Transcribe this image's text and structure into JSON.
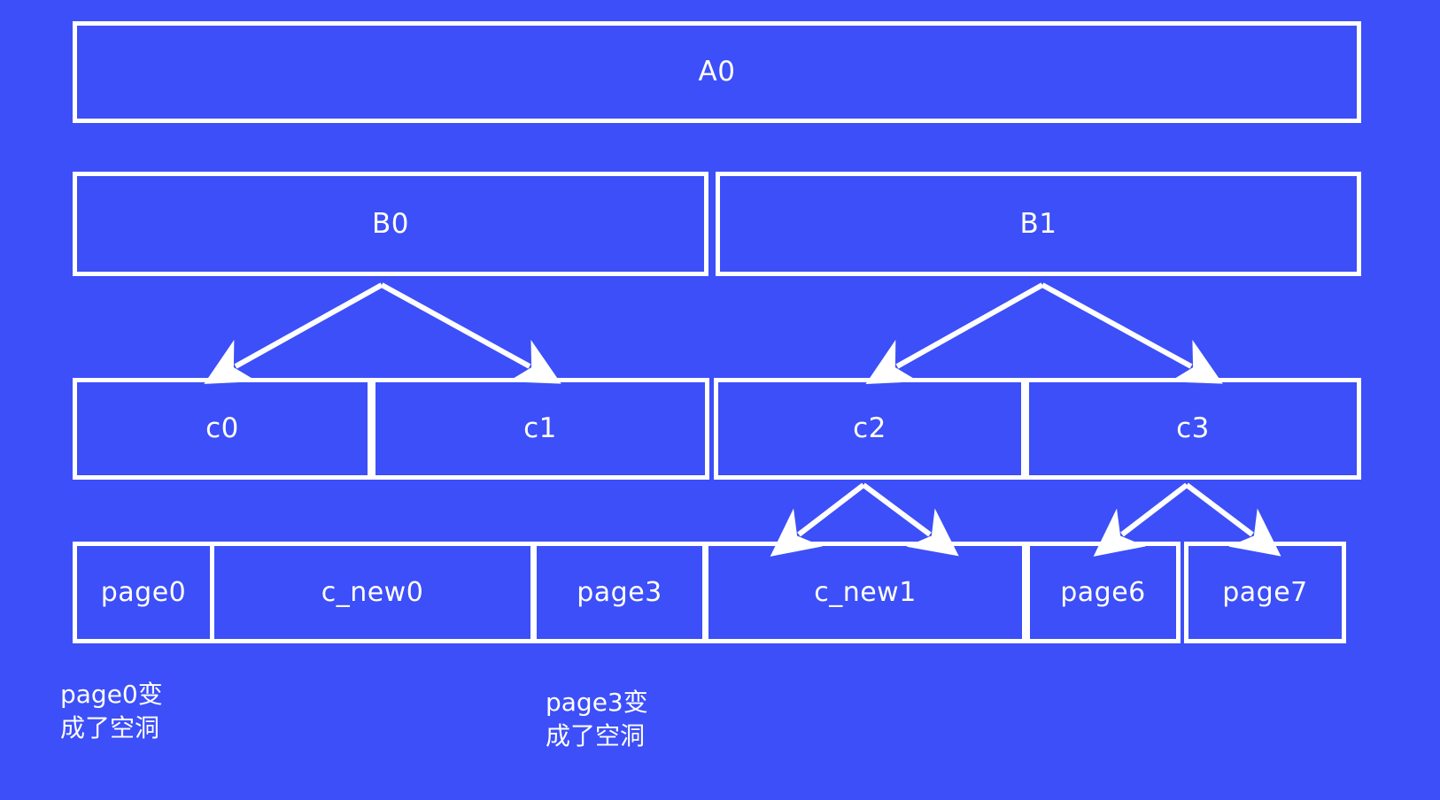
{
  "diagram": {
    "title": "page cache tree structure diagram",
    "background_color": "#3c4ff8",
    "line_color": "#ffffff",
    "levels": [
      {
        "name": "level-a",
        "nodes": [
          {
            "id": "a0",
            "label": "A0"
          }
        ]
      },
      {
        "name": "level-b",
        "nodes": [
          {
            "id": "b0",
            "label": "B0"
          },
          {
            "id": "b1",
            "label": "B1"
          }
        ]
      },
      {
        "name": "level-c",
        "nodes": [
          {
            "id": "c0",
            "label": "c0"
          },
          {
            "id": "c1",
            "label": "c1"
          },
          {
            "id": "c2",
            "label": "c2"
          },
          {
            "id": "c3",
            "label": "c3"
          }
        ]
      },
      {
        "name": "level-page",
        "nodes": [
          {
            "id": "page0",
            "label": "page0"
          },
          {
            "id": "c_new0",
            "label": "c_new0"
          },
          {
            "id": "page3",
            "label": "page3"
          },
          {
            "id": "c_new1",
            "label": "c_new1"
          },
          {
            "id": "page6",
            "label": "page6"
          },
          {
            "id": "page7",
            "label": "page7"
          }
        ]
      }
    ],
    "edges": [
      {
        "from": "b0",
        "to": "c0"
      },
      {
        "from": "b0",
        "to": "c1"
      },
      {
        "from": "b1",
        "to": "c2"
      },
      {
        "from": "b1",
        "to": "c3"
      },
      {
        "from": "c2",
        "to": "c_new1"
      },
      {
        "from": "c2",
        "to": "c_new1-right"
      },
      {
        "from": "c3",
        "to": "page6"
      },
      {
        "from": "c3",
        "to": "page7"
      }
    ],
    "captions": [
      {
        "id": "caption-page0",
        "text": "page0变\n成了空洞"
      },
      {
        "id": "caption-page3",
        "text": "page3变\n成了空洞"
      }
    ]
  }
}
